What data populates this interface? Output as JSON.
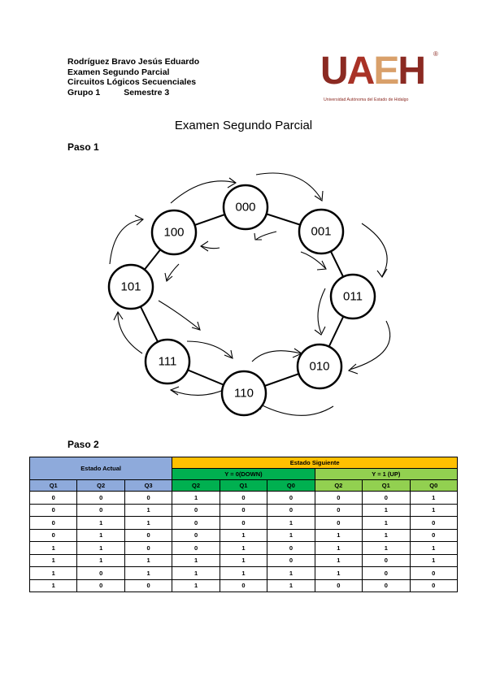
{
  "header": {
    "author": "Rodríguez Bravo Jesús Eduardo",
    "exam": "Examen Segundo Parcial",
    "course": "Circuitos Lógicos Secuenciales",
    "group": "Grupo 1",
    "semester": "Semestre 3"
  },
  "logo": {
    "letters": [
      "U",
      "A",
      "E",
      "H"
    ],
    "registered": "®",
    "subtitle": "Universidad Autónoma del Estado de Hidalgo"
  },
  "title": "Examen Segundo Parcial",
  "steps": {
    "step1": "Paso 1",
    "step2": "Paso 2"
  },
  "diagram": {
    "states": [
      "000",
      "001",
      "011",
      "010",
      "110",
      "111",
      "101",
      "100"
    ]
  },
  "table": {
    "group_actual": "Estado Actual",
    "group_next": "Estado Siguiente",
    "group_down": "Y = 0(DOWN)",
    "group_up": "Y = 1 (UP)",
    "columns": [
      "Q1",
      "Q2",
      "Q3",
      "Q2",
      "Q1",
      "Q0",
      "Q2",
      "Q1",
      "Q0"
    ],
    "rows": [
      [
        "0",
        "0",
        "0",
        "1",
        "0",
        "0",
        "0",
        "0",
        "1"
      ],
      [
        "0",
        "0",
        "1",
        "0",
        "0",
        "0",
        "0",
        "1",
        "1"
      ],
      [
        "0",
        "1",
        "1",
        "0",
        "0",
        "1",
        "0",
        "1",
        "0"
      ],
      [
        "0",
        "1",
        "0",
        "0",
        "1",
        "1",
        "1",
        "1",
        "0"
      ],
      [
        "1",
        "1",
        "0",
        "0",
        "1",
        "0",
        "1",
        "1",
        "1"
      ],
      [
        "1",
        "1",
        "1",
        "1",
        "1",
        "0",
        "1",
        "0",
        "1"
      ],
      [
        "1",
        "0",
        "1",
        "1",
        "1",
        "1",
        "1",
        "0",
        "0"
      ],
      [
        "1",
        "0",
        "0",
        "1",
        "0",
        "1",
        "0",
        "0",
        "0"
      ]
    ]
  }
}
